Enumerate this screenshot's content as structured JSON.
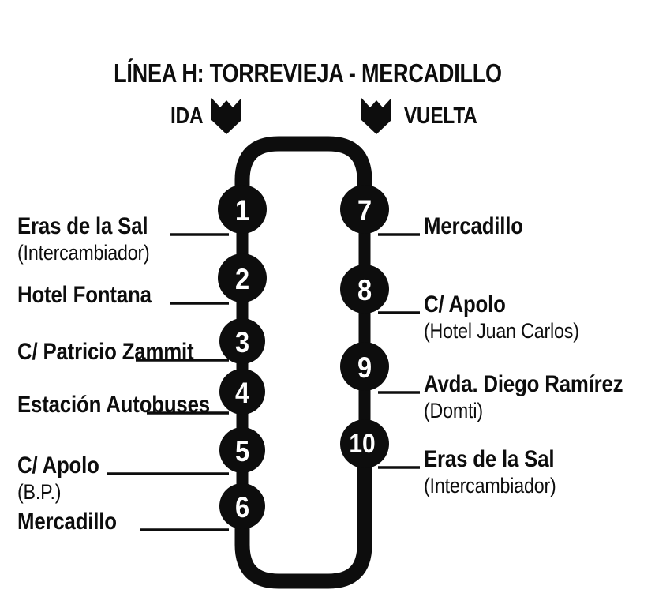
{
  "header": {
    "title": "LÍNEA H: TORREVIEJA - MERCADILLO",
    "direction_outbound": "IDA",
    "direction_return": "VUELTA",
    "arrow_icon": "chevron-down-banner"
  },
  "colors": {
    "ink": "#0d0d0d",
    "background": "#ffffff",
    "number_text": "#ffffff"
  },
  "route": {
    "line_name": "LÍNEA H",
    "origin": "TORREVIEJA",
    "destination": "MERCADILLO",
    "shape": "loop",
    "total_stops": 10
  },
  "outbound": {
    "label": "IDA",
    "stops": [
      {
        "number": "1",
        "name": "Eras de la Sal",
        "sub": "(Intercambiador)"
      },
      {
        "number": "2",
        "name": "Hotel Fontana",
        "sub": ""
      },
      {
        "number": "3",
        "name": "C/ Patricio Zammit",
        "sub": ""
      },
      {
        "number": "4",
        "name": "Estación Autobuses",
        "sub": ""
      },
      {
        "number": "5",
        "name": "C/ Apolo",
        "sub": "(B.P.)"
      },
      {
        "number": "6",
        "name": "Mercadillo",
        "sub": ""
      }
    ]
  },
  "inbound": {
    "label": "VUELTA",
    "stops": [
      {
        "number": "7",
        "name": "Mercadillo",
        "sub": ""
      },
      {
        "number": "8",
        "name": "C/ Apolo",
        "sub": "(Hotel Juan Carlos)"
      },
      {
        "number": "9",
        "name": "Avda. Diego Ramírez",
        "sub": "(Domti)"
      },
      {
        "number": "10",
        "name": "Eras de la Sal",
        "sub": "(Intercambiador)"
      }
    ]
  }
}
